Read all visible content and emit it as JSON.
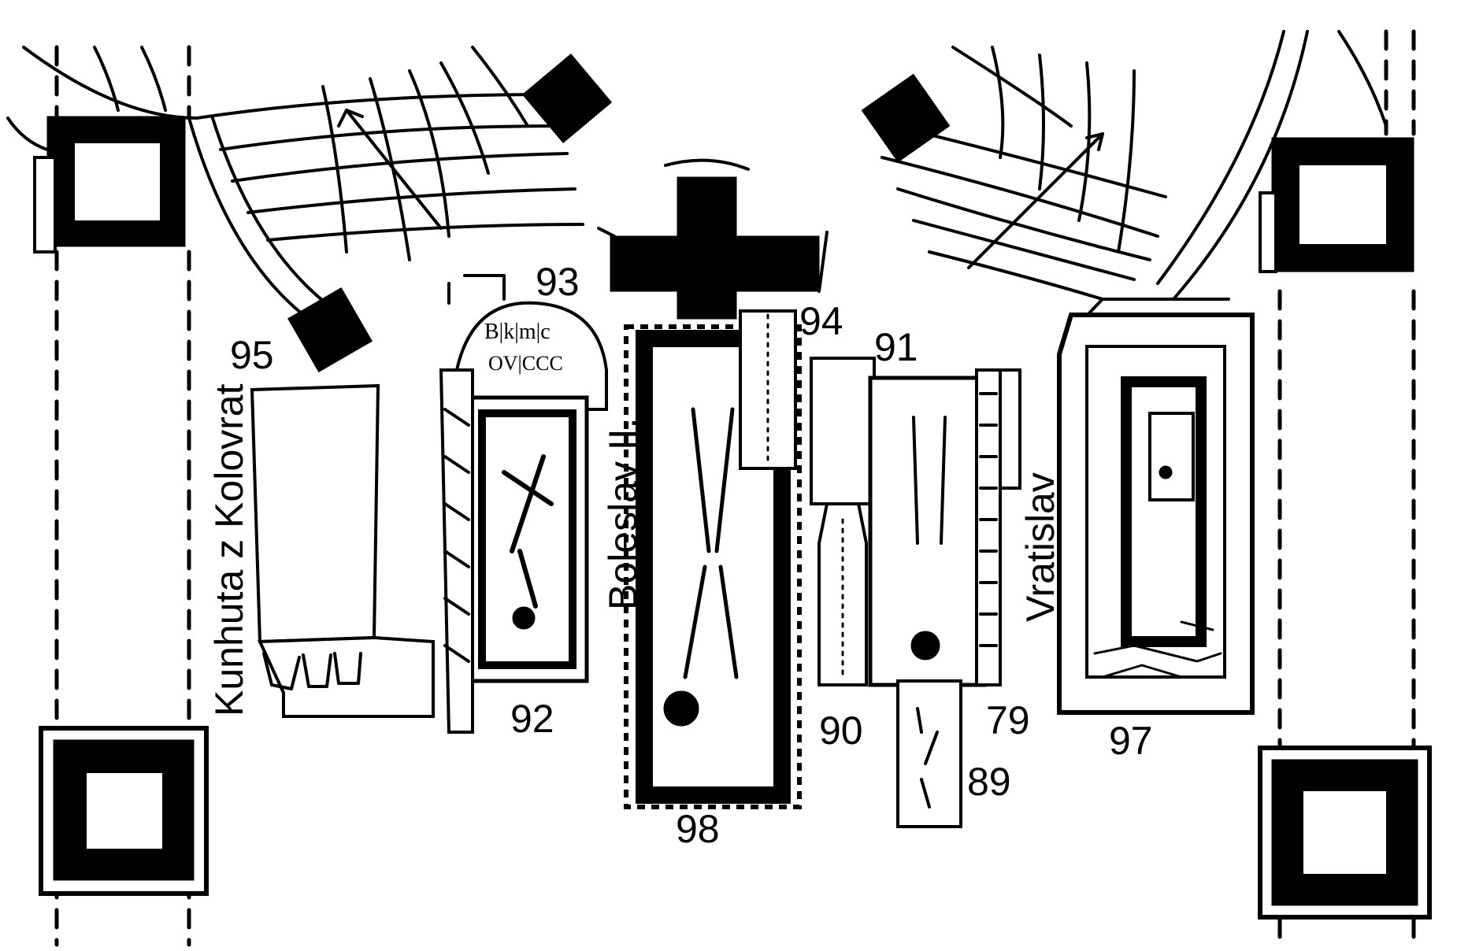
{
  "labels": {
    "n95": "95",
    "n93": "93",
    "n94": "94",
    "n91": "91",
    "n92": "92",
    "n98": "98",
    "n90": "90",
    "n79": "79",
    "n89": "89",
    "n97": "97",
    "kunhuta": "Kunhuta z Kolovrat",
    "boleslav": "Boleslav II.",
    "vratislav": "Vratislav"
  },
  "colors": {
    "ink": "#000000",
    "paper": "#ffffff"
  }
}
